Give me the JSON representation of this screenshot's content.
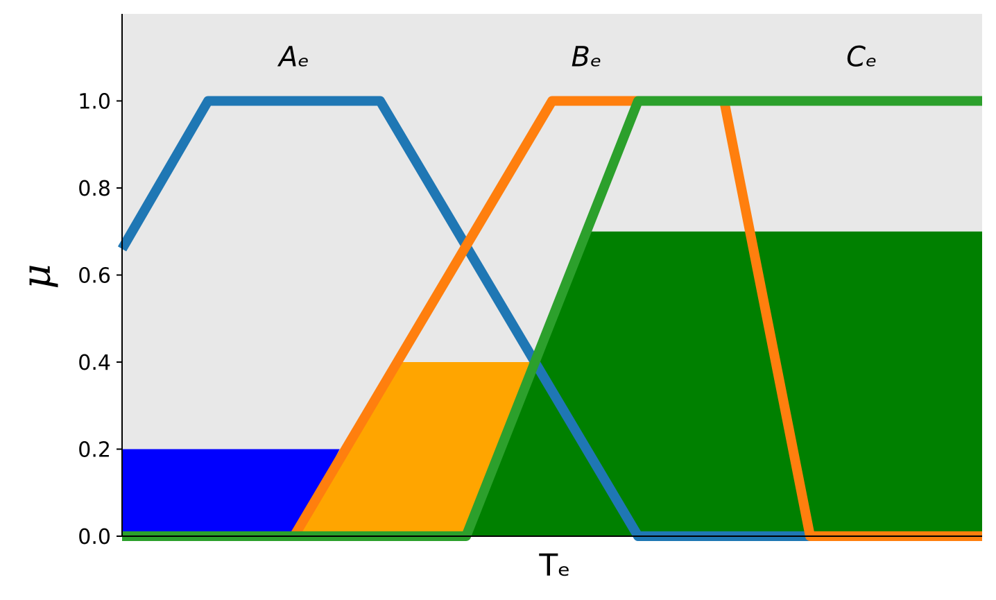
{
  "chart_data": {
    "type": "area",
    "ylabel": "μ",
    "xlabel": "Tₑ",
    "xlim": [
      0,
      10
    ],
    "ylim": [
      0,
      1.2
    ],
    "yticks": [
      0.0,
      0.2,
      0.4,
      0.6,
      0.8,
      1.0
    ],
    "ytick_labels": [
      "0.0",
      "0.2",
      "0.4",
      "0.6",
      "0.8",
      "1.0"
    ],
    "xticks_shown": false,
    "grid": false,
    "background_color": "#e8e8e8",
    "series": [
      {
        "name": "Aₑ",
        "color": "#1f77b4",
        "points": [
          [
            0,
            0.66
          ],
          [
            1,
            1.0
          ],
          [
            3,
            1.0
          ],
          [
            6,
            0.0
          ],
          [
            10,
            0.0
          ]
        ],
        "label_x": 2,
        "label_y": 1.08
      },
      {
        "name": "Bₑ",
        "color": "#ff7f0e",
        "points": [
          [
            0,
            0.0
          ],
          [
            2,
            0.0
          ],
          [
            5,
            1.0
          ],
          [
            7,
            1.0
          ],
          [
            8,
            0.0
          ],
          [
            10,
            0.0
          ]
        ],
        "label_x": 5.4,
        "label_y": 1.08
      },
      {
        "name": "Cₑ",
        "color": "#2ca02c",
        "points": [
          [
            0,
            0.0
          ],
          [
            4,
            0.0
          ],
          [
            6,
            1.0
          ],
          [
            10,
            1.0
          ]
        ],
        "label_x": 8.6,
        "label_y": 1.08
      }
    ],
    "fills": [
      {
        "color": "#0000ff",
        "level": 0.2,
        "points": [
          [
            0,
            0.0
          ],
          [
            0,
            0.2
          ],
          [
            2.53,
            0.2
          ],
          [
            2,
            0.0
          ]
        ]
      },
      {
        "color": "#ffa500",
        "level": 0.4,
        "points": [
          [
            2,
            0.0
          ],
          [
            3.2,
            0.4
          ],
          [
            4.8,
            0.4
          ],
          [
            4,
            0.0
          ]
        ]
      },
      {
        "color": "#008000",
        "level": 0.7,
        "points": [
          [
            4,
            0.0
          ],
          [
            5.4,
            0.7
          ],
          [
            10,
            0.7
          ],
          [
            10,
            0.0
          ]
        ]
      }
    ]
  }
}
